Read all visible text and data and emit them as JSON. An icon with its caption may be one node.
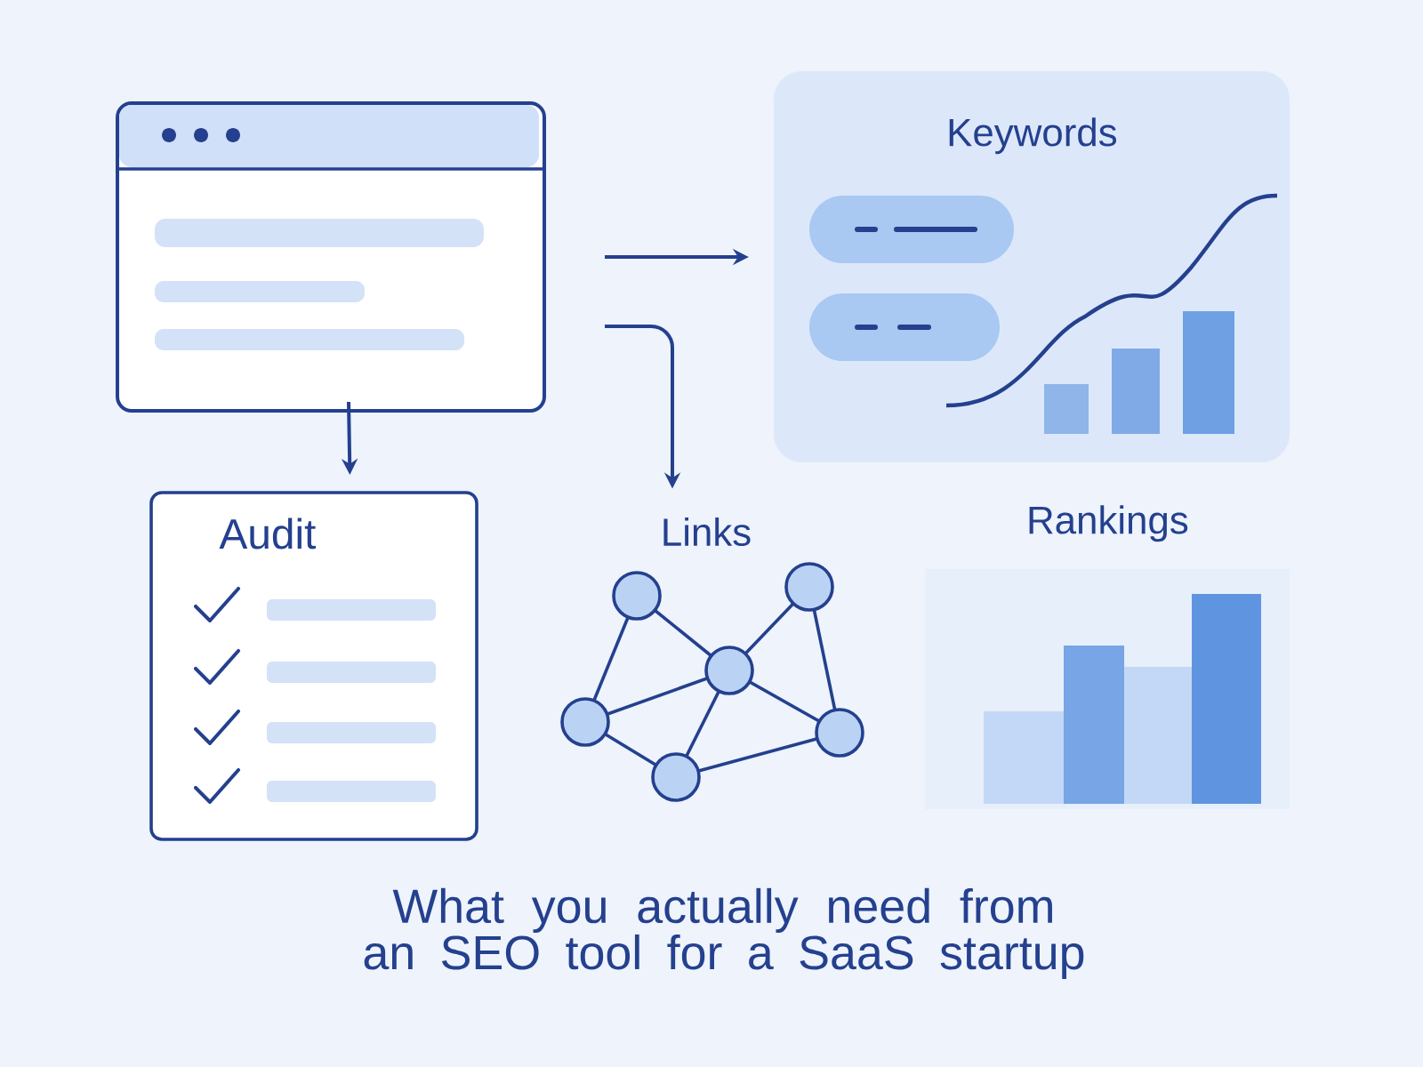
{
  "diagram": {
    "title": "What you actually need from an SEO tool for a SaaS startup",
    "nodes": [
      {
        "text": [],
        "shape": "box"
      },
      {
        "text": [
          "Keywords"
        ]
      },
      {
        "text": [
          "Audit"
        ]
      },
      {
        "text": [
          "Links"
        ]
      },
      {
        "text": [
          "Rankings"
        ]
      }
    ],
    "edges": [
      {
        "from": 0,
        "to": 1,
        "arrow": "to"
      },
      {
        "from": 0,
        "to": 2,
        "arrow": "to"
      },
      {
        "from": 0,
        "to": 3,
        "arrow": "to"
      }
    ]
  }
}
